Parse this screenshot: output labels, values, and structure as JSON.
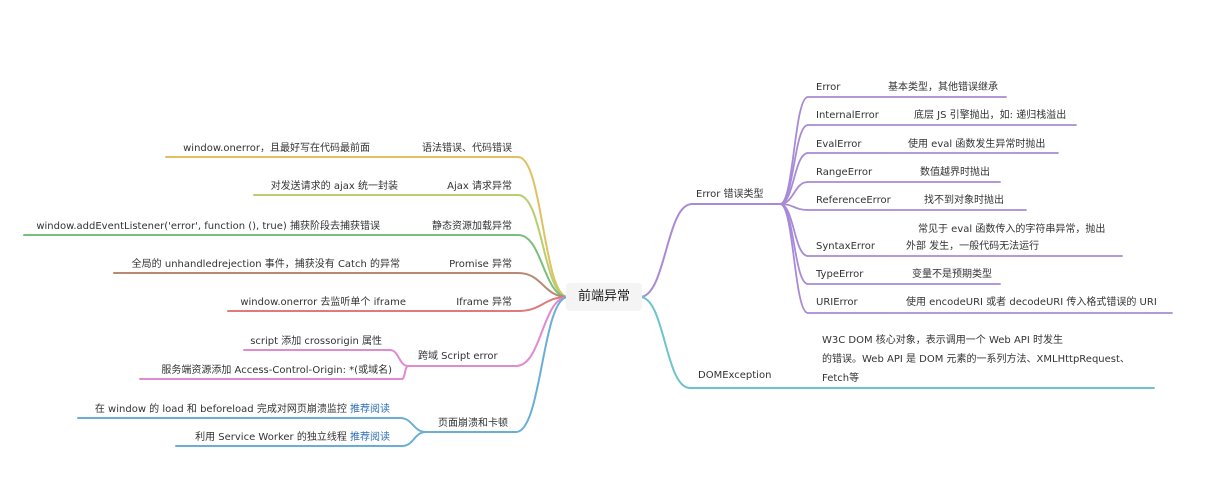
{
  "root": {
    "label": "前端异常"
  },
  "left": [
    {
      "label": "语法错误、代码错误",
      "color": "#e0c060",
      "leaves": [
        {
          "text": "window.onerror，且最好写在代码最前面"
        }
      ]
    },
    {
      "label": "Ajax 请求异常",
      "color": "#b8cf70",
      "leaves": [
        {
          "text": "对发送请求的 ajax 统一封装"
        }
      ]
    },
    {
      "label": "静态资源加载异常",
      "color": "#7cbf7c",
      "leaves": [
        {
          "text": "window.addEventListener('error', function (), true) 捕获阶段去捕获错误"
        }
      ]
    },
    {
      "label": "Promise 异常",
      "color": "#b88a74",
      "leaves": [
        {
          "text": "全局的 unhandledrejection 事件，捕获没有 Catch 的异常"
        }
      ]
    },
    {
      "label": "Iframe 异常",
      "color": "#e07a7a",
      "leaves": [
        {
          "text": "window.onerror 去监听单个 iframe"
        }
      ]
    },
    {
      "label": "跨域 Script error",
      "color": "#e08ad0",
      "leaves": [
        {
          "text": "script 添加 crossorigin 属性"
        },
        {
          "text": "服务端资源添加 Access-Control-Origin: *(或域名)"
        }
      ]
    },
    {
      "label": "页面崩溃和卡顿",
      "color": "#6aaed6",
      "leaves": [
        {
          "text": "在 window 的 load 和 beforeload 完成对网页崩溃监控 ",
          "link": "推荐阅读"
        },
        {
          "text": "利用 Service Worker 的独立线程 ",
          "link": "推荐阅读"
        }
      ]
    }
  ],
  "right": [
    {
      "label": "Error 错误类型",
      "color": "#a78bd6",
      "leaves": [
        {
          "name": "Error",
          "desc": "基本类型，其他错误继承"
        },
        {
          "name": "InternalError",
          "desc": "底层 JS 引擎抛出，如: 递归栈溢出"
        },
        {
          "name": "EvalError",
          "desc": "使用 eval 函数发生异常时抛出"
        },
        {
          "name": "RangeError",
          "desc": "数值越界时抛出"
        },
        {
          "name": "ReferenceError",
          "desc": "找不到对象时抛出"
        },
        {
          "name": "SyntaxError",
          "desc": "常见于 eval 函数传入的字符串异常，抛出",
          "desc2": "外部 发生，一般代码无法运行"
        },
        {
          "name": "TypeError",
          "desc": "变量不是预期类型"
        },
        {
          "name": "URIError",
          "desc": "使用 encodeURI 或者 decodeURI 传入格式错误的 URI"
        }
      ]
    },
    {
      "label": "DOMException",
      "color": "#6ec4cc",
      "leaves": [
        {
          "desc": "W3C DOM 核心对象，表示调用一个 Web API 时发生",
          "desc2": "的错误。Web API 是 DOM 元素的一系列方法、XMLHttpRequest、",
          "desc3": "Fetch等"
        }
      ]
    }
  ]
}
